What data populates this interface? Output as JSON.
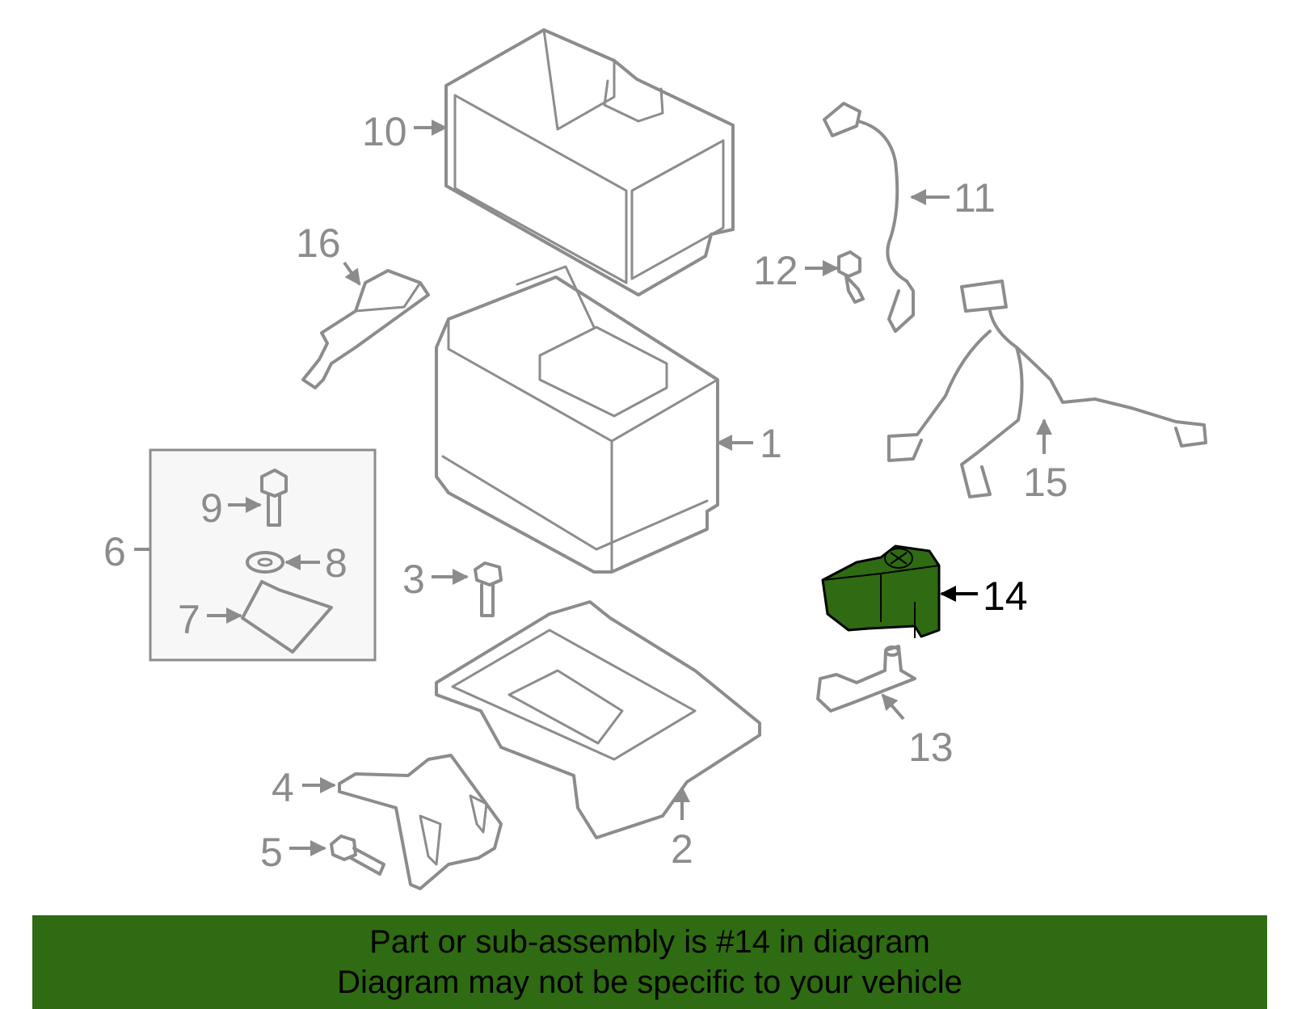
{
  "callouts": {
    "c1": "1",
    "c2": "2",
    "c3": "3",
    "c4": "4",
    "c5": "5",
    "c6": "6",
    "c7": "7",
    "c8": "8",
    "c9": "9",
    "c10": "10",
    "c11": "11",
    "c12": "12",
    "c13": "13",
    "c14": "14",
    "c15": "15",
    "c16": "16"
  },
  "banner": {
    "line1": "Part or sub-assembly is #14 in diagram",
    "line2": "Diagram may not be specific to your vehicle"
  },
  "colors": {
    "highlight_part": "#2e6b12",
    "banner": "#2e6b12",
    "part_lines": "#8c8c8c",
    "active_label": "#000000"
  }
}
